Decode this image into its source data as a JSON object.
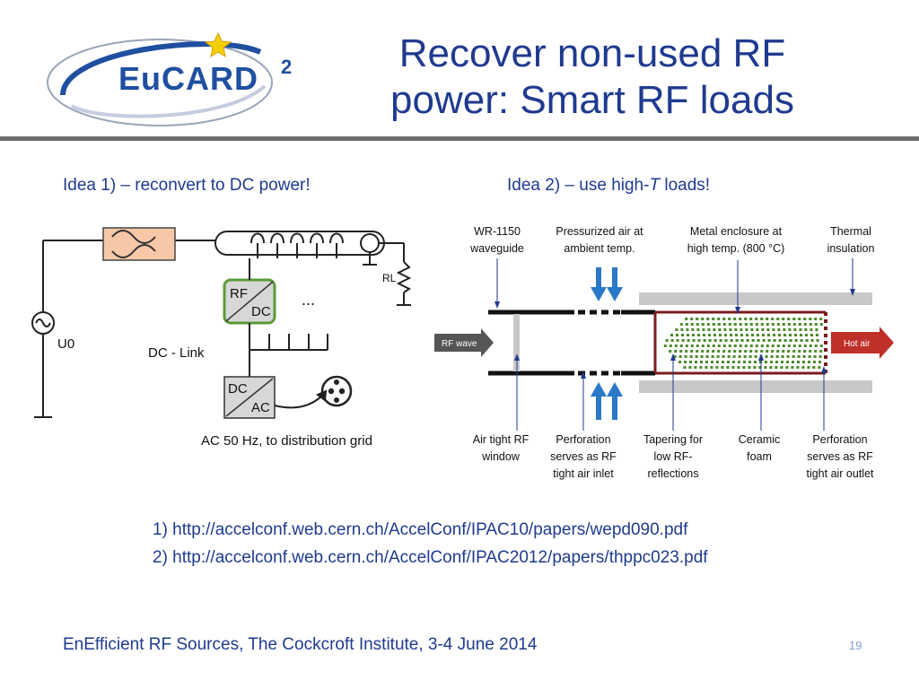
{
  "title": {
    "line1": "Recover non-used RF",
    "line2": "power: Smart RF loads"
  },
  "logo": {
    "text": "EuCARD",
    "superscript": "2"
  },
  "idea1": {
    "label": "Idea 1) – reconvert to DC power!",
    "circuit": {
      "rf_top": "RF",
      "rf_bottom": "DC",
      "dots": "...",
      "rl": "RL",
      "u0": "U0",
      "dc_link": "DC - Link",
      "dcac_top": "DC",
      "dcac_bottom": "AC",
      "grid": "AC 50 Hz, to distribution grid"
    }
  },
  "idea2": {
    "label_prefix": "Idea 2) – use high-",
    "label_italic": "T",
    "label_suffix": " loads!",
    "diagram": {
      "rf_wave": "RF wave",
      "hot_air": "Hot air",
      "top_labels": [
        [
          "WR-1150",
          "waveguide"
        ],
        [
          "Pressurized air at",
          "ambient temp."
        ],
        [
          "Metal enclosure at",
          "high temp. (800 °C)"
        ],
        [
          "Thermal",
          "insulation"
        ]
      ],
      "bottom_labels": [
        [
          "Air tight RF",
          "window"
        ],
        [
          "Perforation",
          "serves as RF",
          "tight air inlet"
        ],
        [
          "Tapering for",
          "low RF-",
          "reflections"
        ],
        [
          "Ceramic",
          "foam"
        ],
        [
          "Perforation",
          "serves as RF",
          "tight air outlet"
        ]
      ]
    }
  },
  "references": [
    "1) http://accelconf.web.cern.ch/AccelConf/IPAC10/papers/wepd090.pdf",
    "2) http://accelconf.web.cern.ch/AccelConf/IPAC2012/papers/thppc023.pdf"
  ],
  "footer": "EnEfficient RF Sources, The Cockcroft Institute, 3-4 June 2014",
  "page_number": "19",
  "colors": {
    "text_blue": "#1f3a8f",
    "logo_blue": "#1f4fa0",
    "logo_orange": "#e8a020",
    "star": "#f5d000",
    "rf_box_green": "#5a9a3a",
    "coil_fill": "#f6c8a8",
    "hot_air": "#c0302a",
    "air_arrow": "#2a78c8",
    "enclosure": "#7a1c1c",
    "foam": "#4a8a2a",
    "insulation": "#c8c8c8"
  }
}
